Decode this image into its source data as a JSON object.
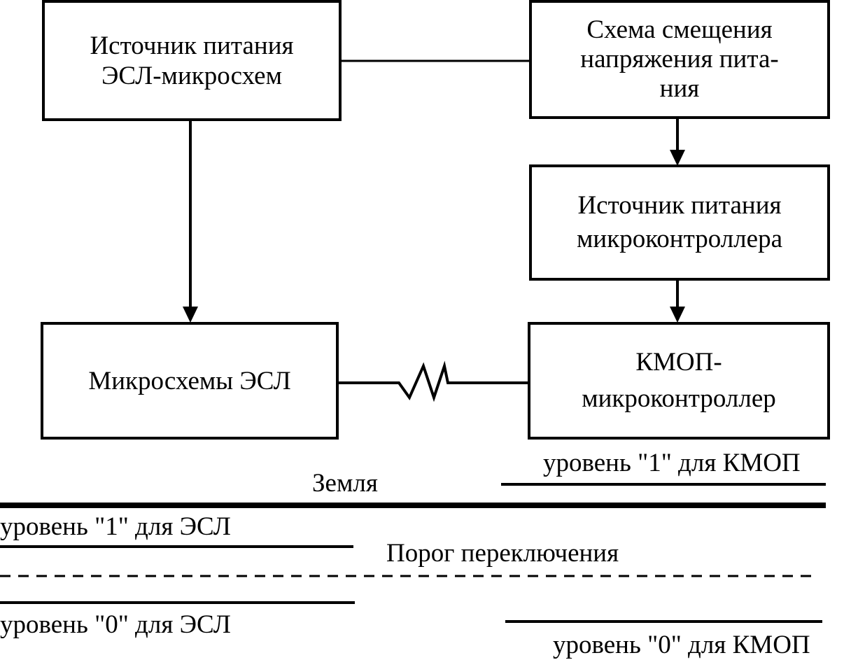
{
  "blocks": {
    "esl_power": {
      "lines": [
        "Источник питания",
        "ЭСЛ-микросхем"
      ]
    },
    "bias_circuit": {
      "lines": [
        "Схема смещения",
        "напряжения пита-",
        "ния"
      ]
    },
    "mcu_power": {
      "lines": [
        "Источник питания",
        "микроконтроллера"
      ]
    },
    "esl_chips": {
      "lines": [
        "Микросхемы ЭСЛ"
      ]
    },
    "cmos_mcu": {
      "lines": [
        "КМОП-",
        "микроконтроллер"
      ]
    }
  },
  "levels": {
    "cmos_one": "уровень \"1\" для КМОП",
    "ground": "Земля",
    "esl_one": "уровень \"1\" для ЭСЛ",
    "threshold": "Порог переключения",
    "esl_zero": "уровень \"0\" для ЭСЛ",
    "cmos_zero": "уровень \"0\" для КМОП"
  }
}
